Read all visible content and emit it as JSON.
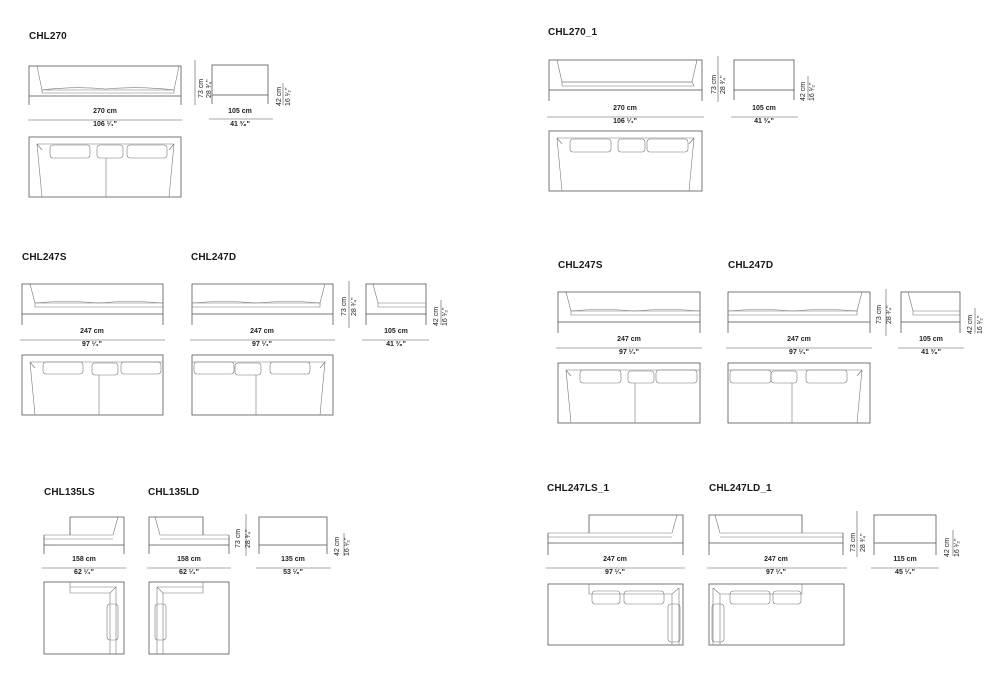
{
  "models": [
    {
      "id": "chl270",
      "code": "CHL270",
      "width": "270 cm",
      "width_in": "106 ¹⁄₄\"",
      "depth": "105 cm",
      "depth_in": "41 ³⁄₈\"",
      "height": "73 cm",
      "height_in": "28 ³⁄₄\"",
      "seat": "42 cm",
      "seat_in": "16 ¹⁄₂\""
    },
    {
      "id": "chl270_1",
      "code": "CHL270_1",
      "width": "270 cm",
      "width_in": "106 ¹⁄₄\"",
      "depth": "105 cm",
      "depth_in": "41 ³⁄₈\"",
      "height": "73 cm",
      "height_in": "28 ³⁄₄\"",
      "seat": "42 cm",
      "seat_in": "16 ¹⁄₂\""
    },
    {
      "id": "chl247s_a",
      "code": "CHL247S",
      "width": "247 cm",
      "width_in": "97 ¹⁄₄\""
    },
    {
      "id": "chl247d_a",
      "code": "CHL247D",
      "width": "247 cm",
      "width_in": "97 ¹⁄₄\"",
      "depth": "105 cm",
      "depth_in": "41 ³⁄₈\"",
      "height": "73 cm",
      "height_in": "28 ³⁄₄\"",
      "seat": "42 cm",
      "seat_in": "16 ¹⁄₂\""
    },
    {
      "id": "chl247s_b",
      "code": "CHL247S",
      "width": "247 cm",
      "width_in": "97 ¹⁄₄\""
    },
    {
      "id": "chl247d_b",
      "code": "CHL247D",
      "width": "247 cm",
      "width_in": "97 ¹⁄₄\"",
      "depth": "105 cm",
      "depth_in": "41 ³⁄₈\"",
      "height": "73 cm",
      "height_in": "28 ³⁄₄\"",
      "seat": "42 cm",
      "seat_in": "16 ¹⁄₂\""
    },
    {
      "id": "chl135ls",
      "code": "CHL135LS",
      "width": "158 cm",
      "width_in": "62 ¹⁄₄\""
    },
    {
      "id": "chl135ld",
      "code": "CHL135LD",
      "width": "158 cm",
      "width_in": "62 ¹⁄₄\"",
      "depth": "135 cm",
      "depth_in": "53 ¹⁄₈\"",
      "height": "73 cm",
      "height_in": "28 ³⁄₄\"",
      "seat": "42 cm",
      "seat_in": "16 ¹⁄₂\""
    },
    {
      "id": "chl247ls_1",
      "code": "CHL247LS_1",
      "width": "247 cm",
      "width_in": "97 ¹⁄₄\""
    },
    {
      "id": "chl247ld_1",
      "code": "CHL247LD_1",
      "width": "247 cm",
      "width_in": "97 ¹⁄₄\"",
      "depth": "115 cm",
      "depth_in": "45 ¹⁄₄\"",
      "height": "73 cm",
      "height_in": "28 ³⁄₄\"",
      "seat": "42 cm",
      "seat_in": "16 ¹⁄₂\""
    }
  ]
}
